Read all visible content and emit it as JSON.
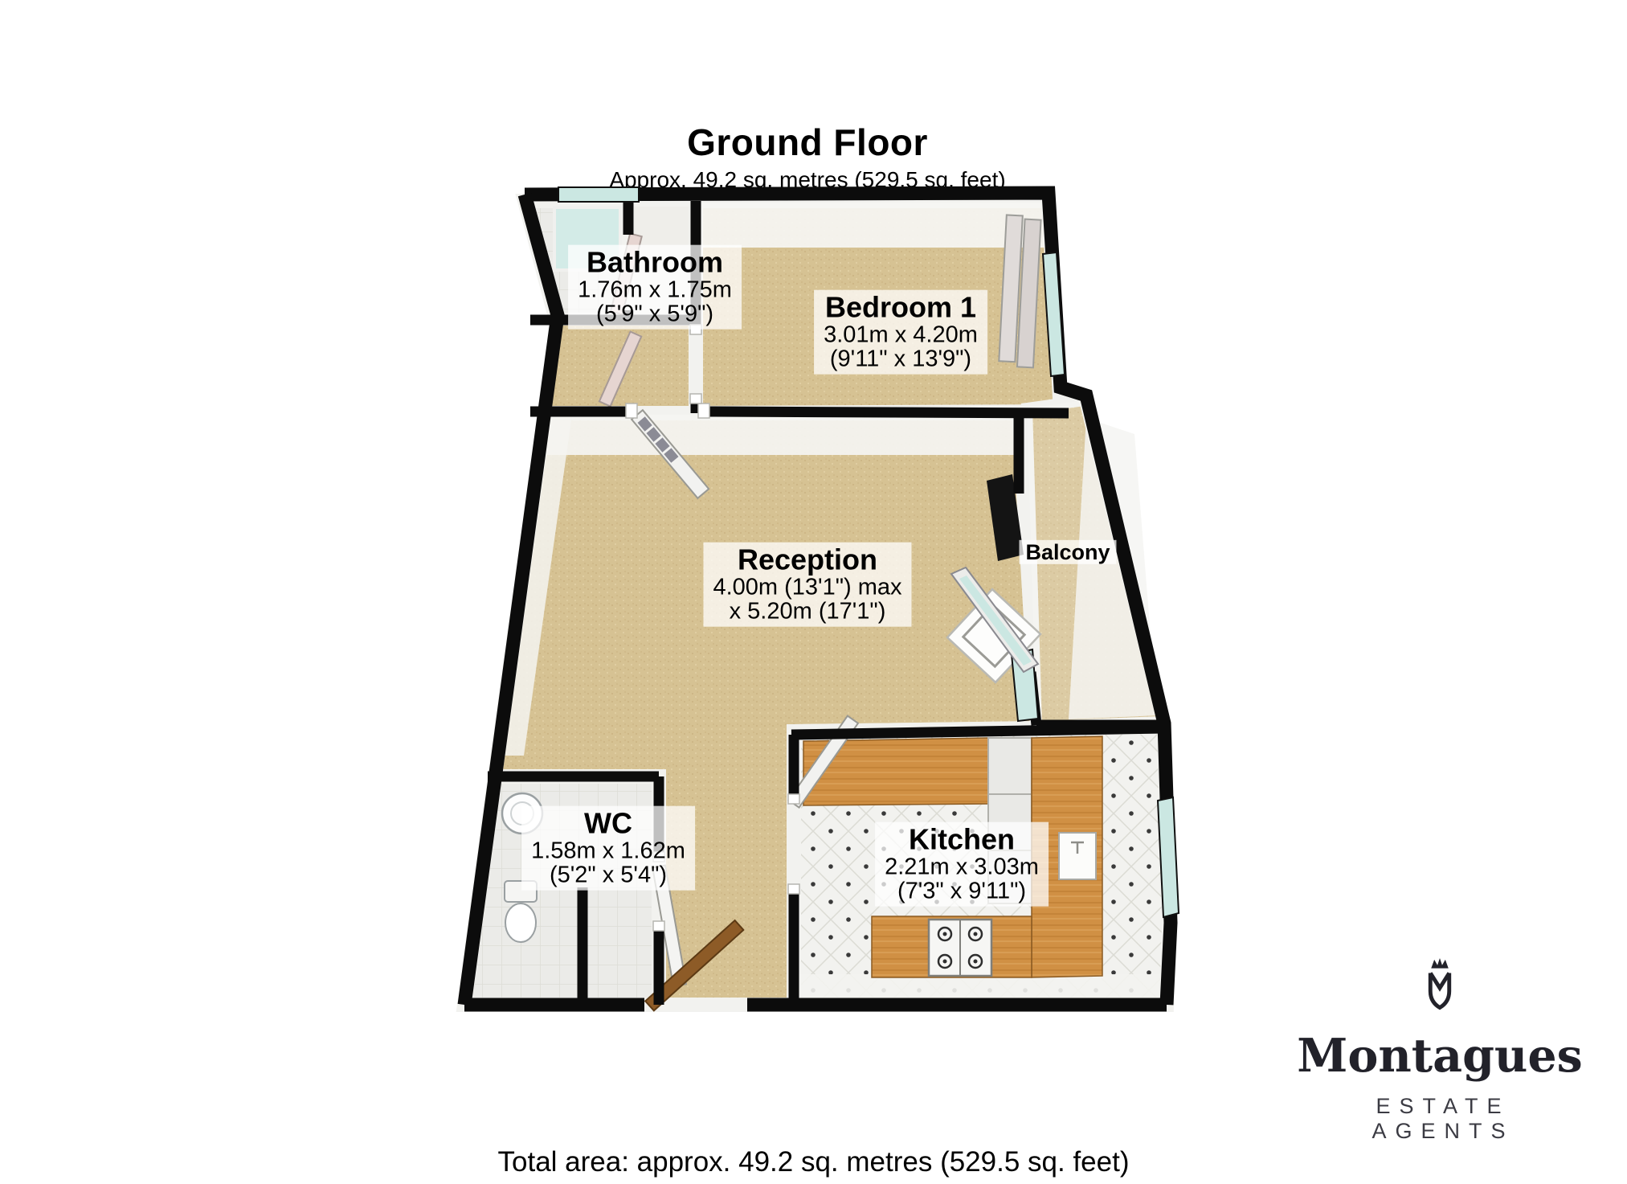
{
  "header": {
    "title": "Ground Floor",
    "subtitle": "Approx. 49.2 sq. metres (529.5 sq. feet)"
  },
  "rooms": {
    "bathroom": {
      "name": "Bathroom",
      "metric": "1.76m x 1.75m",
      "imperial": "(5'9\" x 5'9\")"
    },
    "bedroom1": {
      "name": "Bedroom 1",
      "metric": "3.01m x 4.20m",
      "imperial": "(9'11\" x 13'9\")"
    },
    "reception": {
      "name": "Reception",
      "metric": "4.00m (13'1\") max",
      "imperial": "x 5.20m (17'1\")"
    },
    "balcony": {
      "name": "Balcony"
    },
    "wc": {
      "name": "WC",
      "metric": "1.58m x 1.62m",
      "imperial": "(5'2\" x 5'4\")"
    },
    "kitchen": {
      "name": "Kitchen",
      "metric": "2.21m x 3.03m",
      "imperial": "(7'3\" x 9'11\")"
    }
  },
  "logo": {
    "name": "Montagues",
    "tagline": "ESTATE AGENTS",
    "icon": "crowned-shield-monogram-icon"
  },
  "footer": {
    "total_area": "Total area: approx. 49.2 sq. metres (529.5 sq. feet)"
  },
  "colors": {
    "wall": "#0c0c0c",
    "carpet": "#d6c293",
    "tile": "#ebebe8",
    "kitchen_tile": "#f2f2ef",
    "counter_wood": "#d09044",
    "window_glass": "#cbe7e2",
    "label_background": "rgba(255,255,255,0.74)"
  }
}
